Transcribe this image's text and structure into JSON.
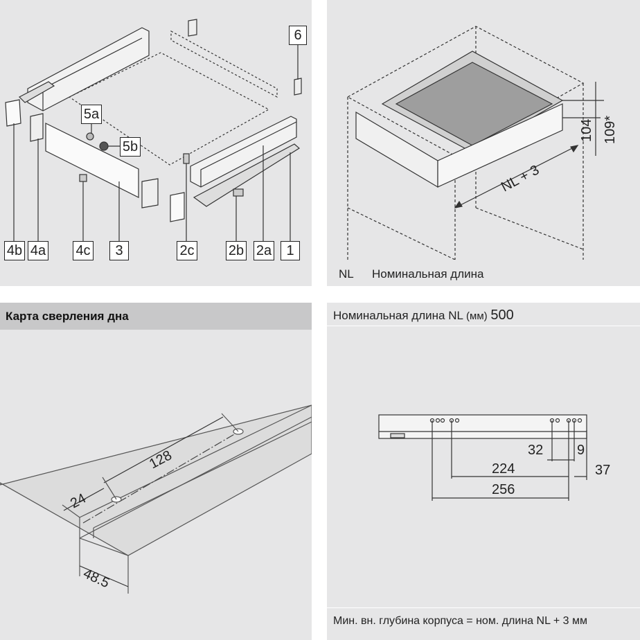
{
  "parts_panel": {
    "labels": [
      "4b",
      "4a",
      "4c",
      "3",
      "2c",
      "2b",
      "2a",
      "1",
      "6",
      "5a",
      "5b"
    ]
  },
  "cabinet_panel": {
    "dim_nl": "NL + 3",
    "dim_104": "104",
    "dim_109": "109*",
    "legend_key": "NL",
    "legend_text": "Номинальная длина"
  },
  "drill_map": {
    "title": "Карта сверления дна",
    "dim_128": "128",
    "dim_24": "24",
    "dim_48_5": "48.5"
  },
  "nl_panel": {
    "header_label": "Номинальная длина NL",
    "header_unit": "(мм)",
    "header_value": "500",
    "dim_32": "32",
    "dim_9": "9",
    "dim_224": "224",
    "dim_37": "37",
    "dim_256": "256",
    "footer": "Мин. вн. глубина корпуса = ном. длина NL + 3 мм"
  }
}
